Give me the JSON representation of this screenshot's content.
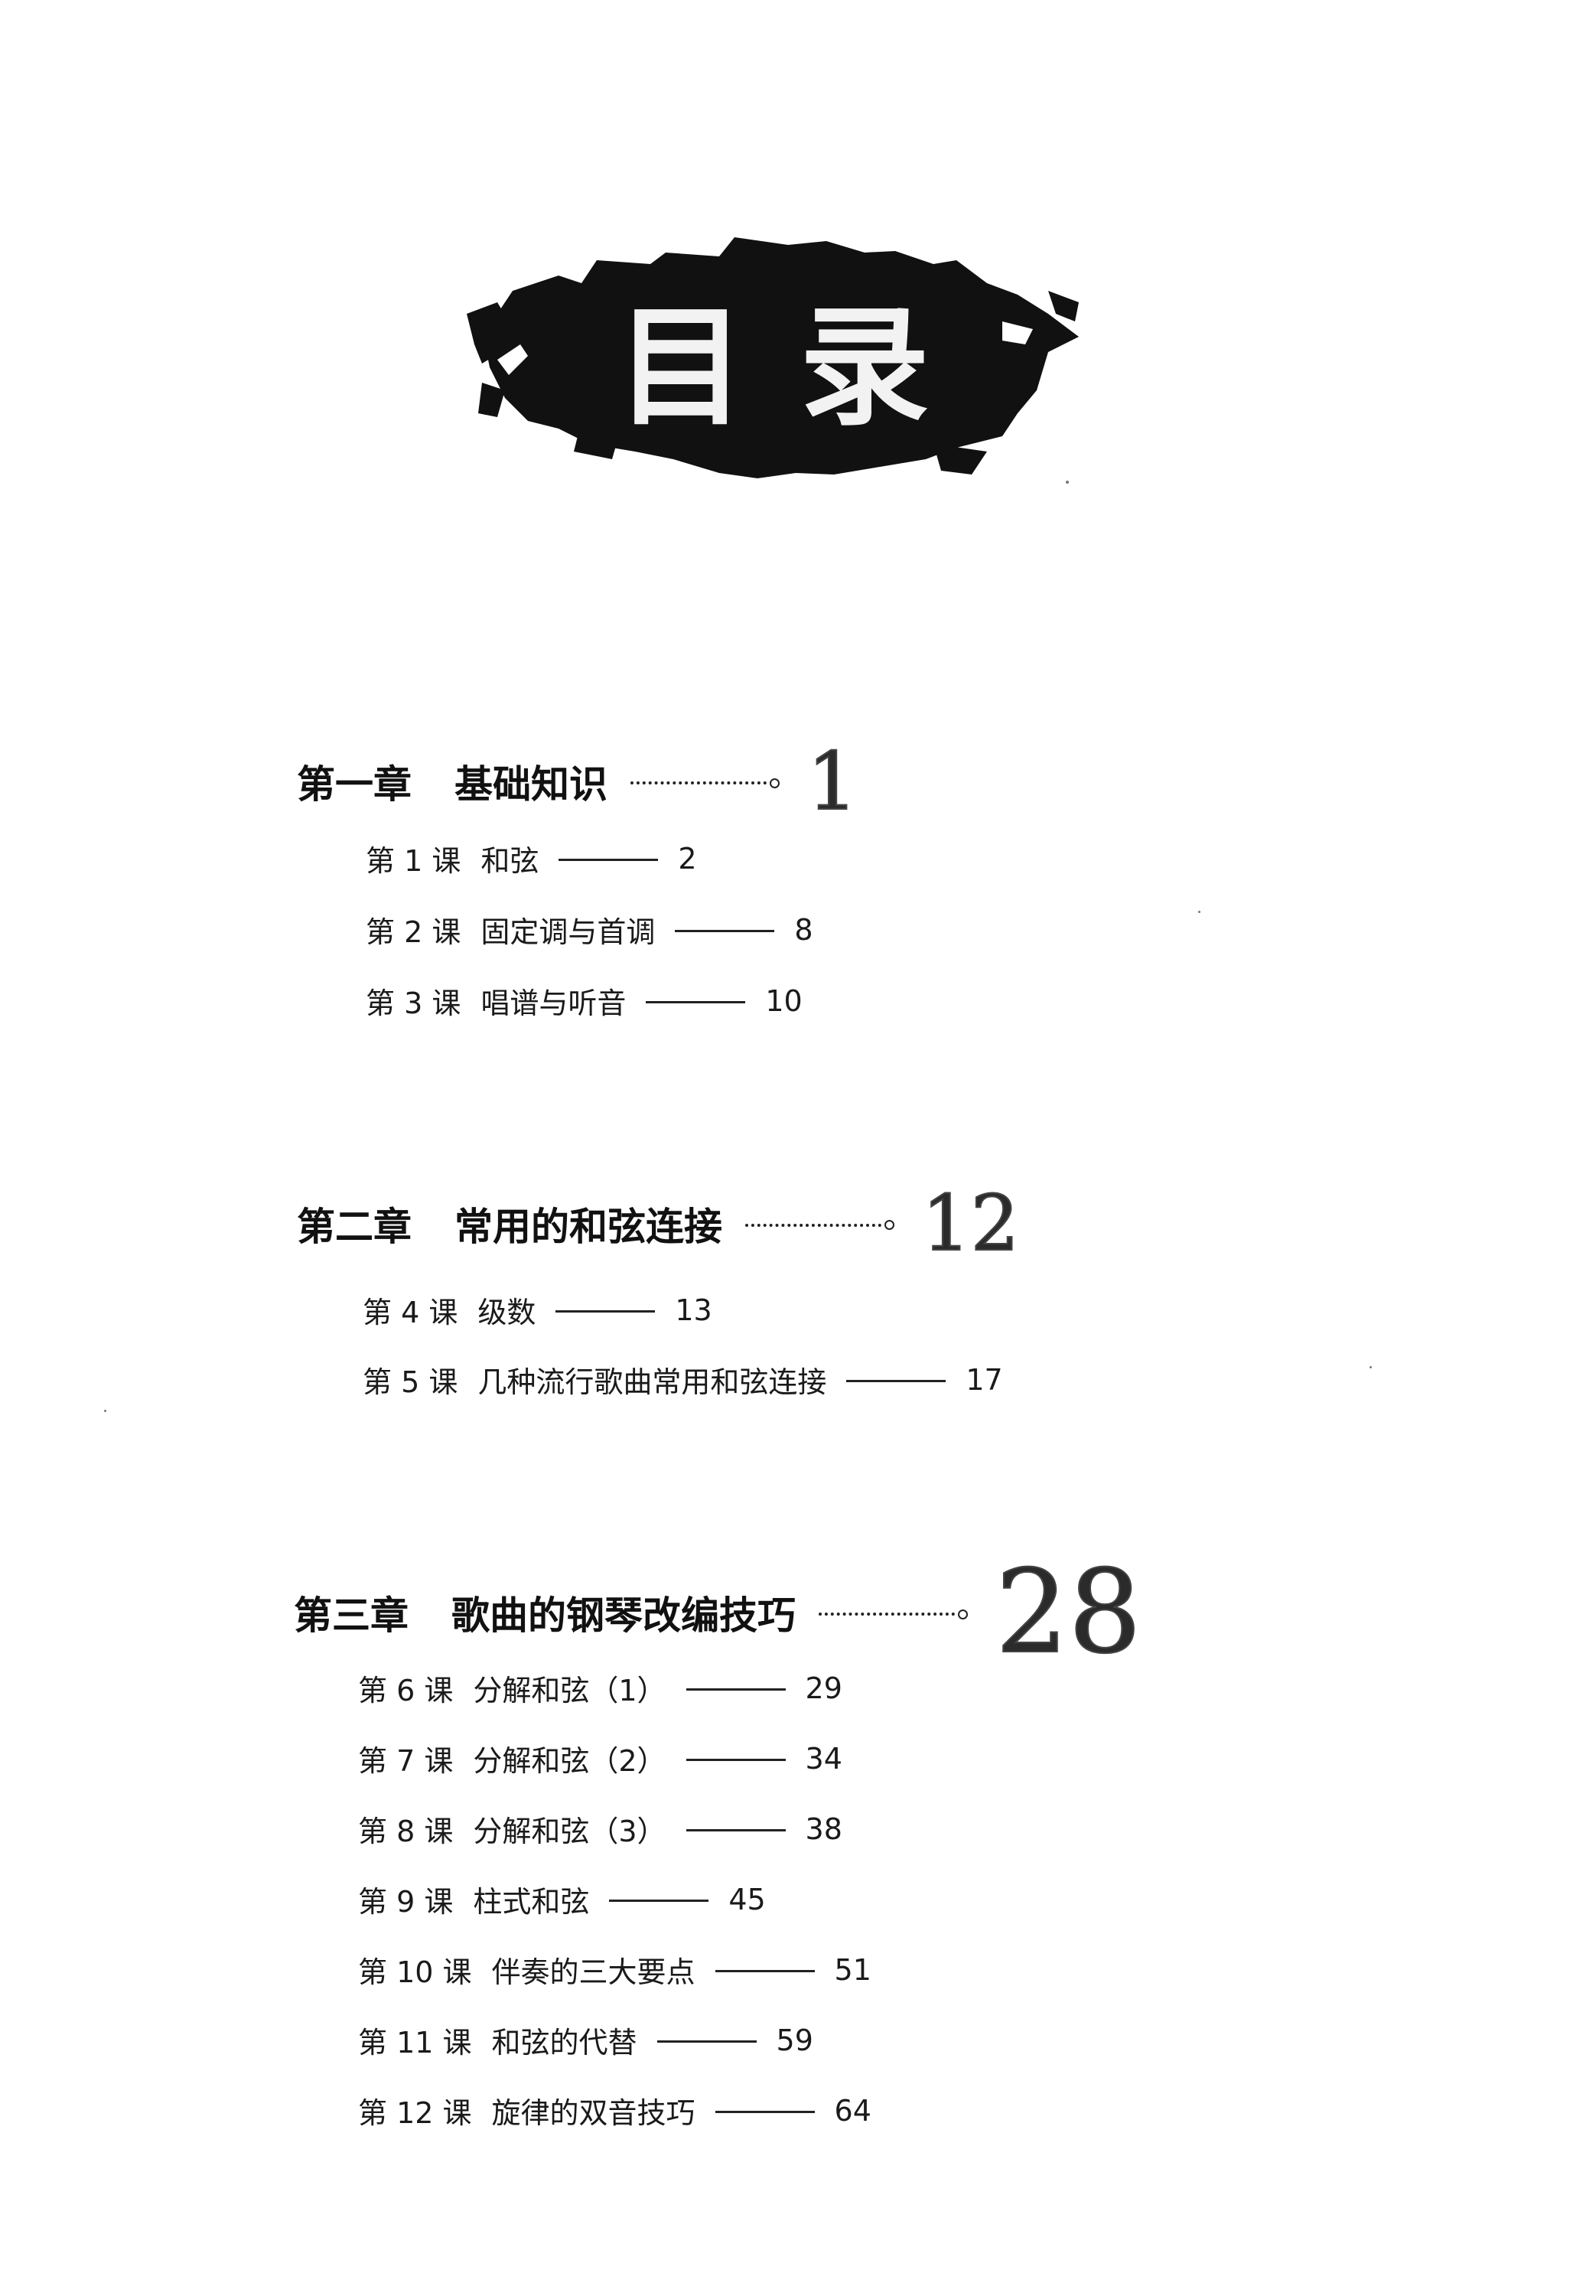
{
  "heading": "目录",
  "chapters": [
    {
      "label": "第一章",
      "title": "基础知识",
      "page": "1",
      "lessons": [
        {
          "label": "第 1 课",
          "title": "和弦",
          "page": "2"
        },
        {
          "label": "第 2 课",
          "title": "固定调与首调",
          "page": "8"
        },
        {
          "label": "第 3 课",
          "title": "唱谱与听音",
          "page": "10"
        }
      ]
    },
    {
      "label": "第二章",
      "title": "常用的和弦连接",
      "page": "12",
      "lessons": [
        {
          "label": "第 4 课",
          "title": "级数",
          "page": "13"
        },
        {
          "label": "第 5 课",
          "title": "几种流行歌曲常用和弦连接",
          "page": "17"
        }
      ]
    },
    {
      "label": "第三章",
      "title": "歌曲的钢琴改编技巧",
      "page": "28",
      "lessons": [
        {
          "label": "第 6 课",
          "title": "分解和弦（1）",
          "page": "29"
        },
        {
          "label": "第 7 课",
          "title": "分解和弦（2）",
          "page": "34"
        },
        {
          "label": "第 8 课",
          "title": "分解和弦（3）",
          "page": "38"
        },
        {
          "label": "第 9 课",
          "title": "柱式和弦",
          "page": "45"
        },
        {
          "label": "第 10 课",
          "title": "伴奏的三大要点",
          "page": "51"
        },
        {
          "label": "第 11 课",
          "title": "和弦的代替",
          "page": "59"
        },
        {
          "label": "第 12 课",
          "title": "旋律的双音技巧",
          "page": "64"
        }
      ]
    }
  ]
}
